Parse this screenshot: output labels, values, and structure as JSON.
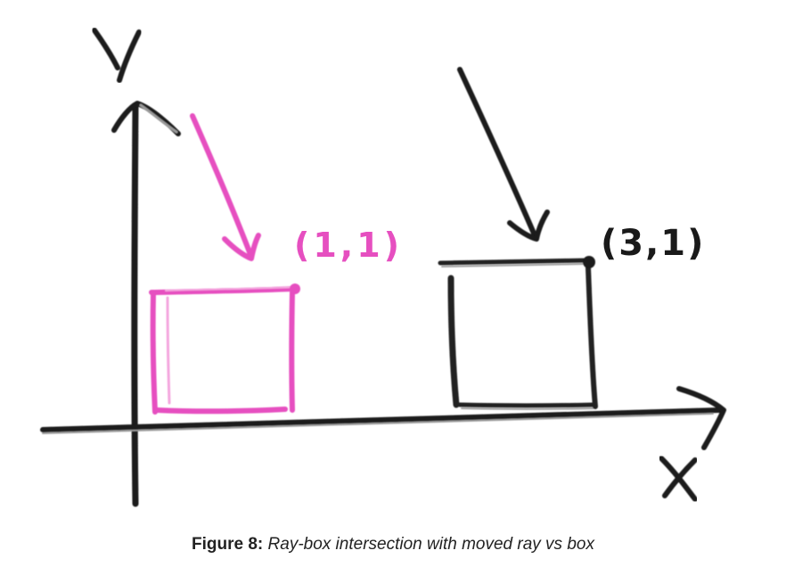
{
  "diagram": {
    "y_axis_label": "Y",
    "x_axis_label": "X",
    "box_a_corner_label": "(1,1)",
    "box_b_corner_label": "(3,1)",
    "colors": {
      "box_a": "#e64fc0",
      "box_b": "#222222",
      "axes": "#1a1a1a"
    }
  },
  "caption": {
    "label": "Figure 8:",
    "text": "Ray-box intersection with moved ray vs box"
  }
}
